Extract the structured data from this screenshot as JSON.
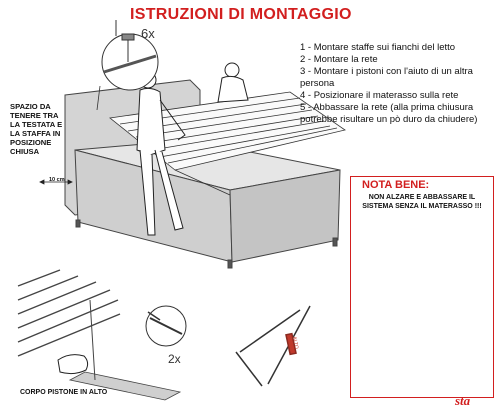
{
  "header": {
    "title": "ISTRUZIONI DI MONTAGGIO",
    "quantity_top": "6x"
  },
  "instructions": {
    "steps": [
      "1 - Montare staffe sui fianchi del letto",
      "2 - Montare la rete",
      "3 - Montare i pistoni con l'aiuto di un altra persona",
      "4 - Posizionare il materasso sulla rete",
      "5 - Abbassare la rete (alla prima chiusura potrebbe risultare un pò duro da chiudere)"
    ]
  },
  "side_note": {
    "text": "SPAZIO DA TENERE TRA LA TESTATA E LA STAFFA IN POSIZIONE CHIUSA",
    "measure": "10 cm"
  },
  "warning": {
    "title": "NOTA BENE:",
    "text": "NON ALZARE E ABBASSARE IL SISTEMA SENZA IL MATERASSO !!!"
  },
  "details": {
    "quantity_bottom": "2x",
    "piston_label": "CORPO PISTONE IN ALTO",
    "piston_tag": "ALTO"
  },
  "brand": {
    "logo_text": "sta"
  },
  "colors": {
    "accent": "#d21f1f",
    "line": "#333333",
    "fill_gray": "#d9d9d9"
  }
}
